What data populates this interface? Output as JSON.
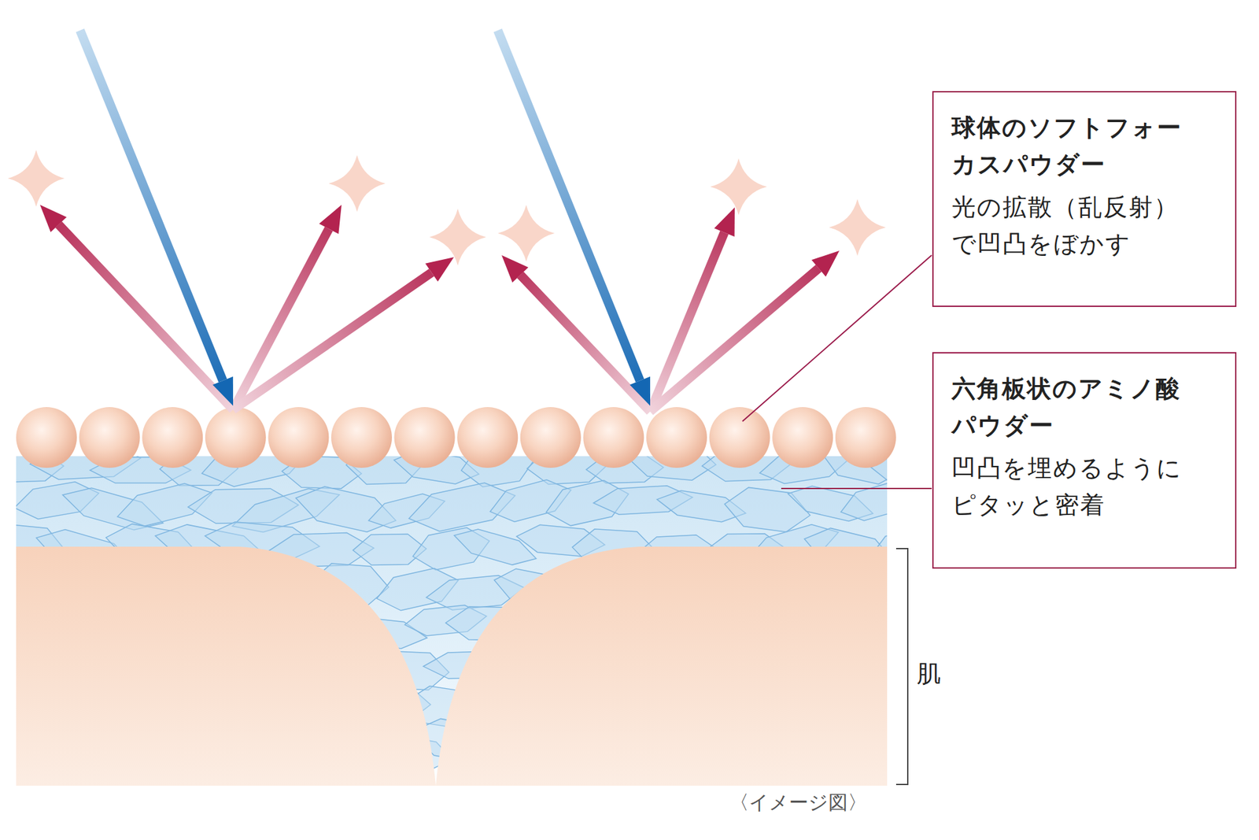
{
  "diagram": {
    "nodes": [
      {
        "text": [
          "球体のソフトフォー カスパウダー",
          "光の拡散（乱反射） で凹凸をぼかす"
        ]
      },
      {
        "text": [
          "六角板状のアミノ酸 パウダー",
          "凹凸を埋めるように ピタッと密着"
        ]
      }
    ],
    "edges": [],
    "labels": [
      "肌",
      "〈イメージ図〉"
    ]
  }
}
